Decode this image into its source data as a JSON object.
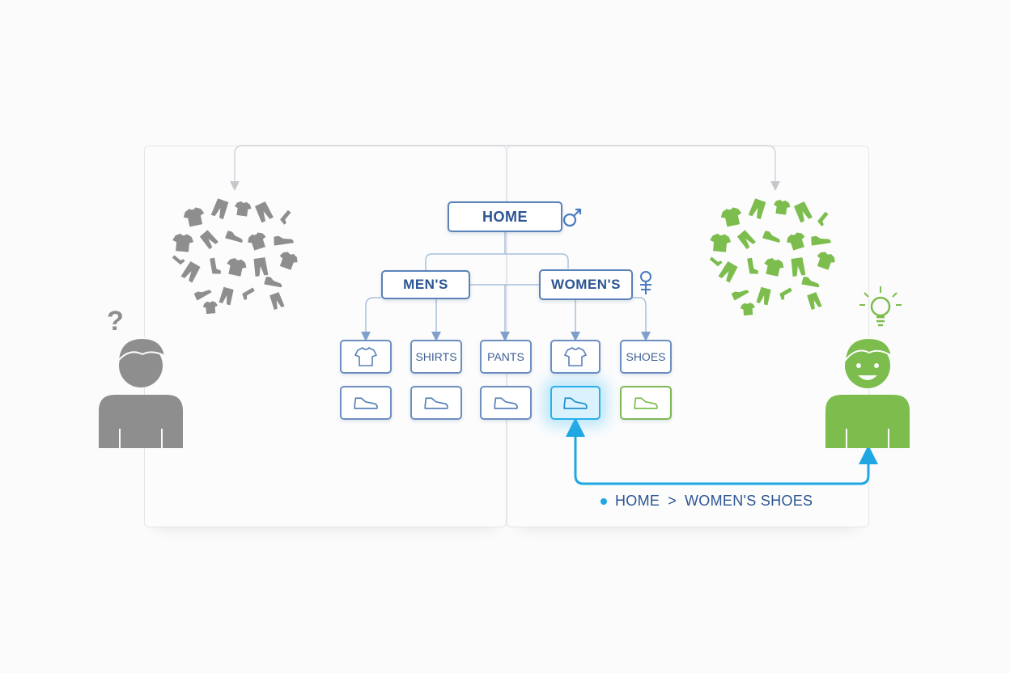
{
  "tree": {
    "root": "HOME",
    "branches": [
      "MEN'S",
      "WOMEN'S"
    ],
    "categories": [
      "SHIRTS",
      "PANTS",
      "SHOES"
    ]
  },
  "breadcrumb": {
    "items": [
      "HOME",
      "WOMEN'S SHOES"
    ],
    "separator": ">"
  },
  "icons": {
    "confused_person": "person-question-icon",
    "happy_person": "person-lightbulb-icon",
    "male_symbol": "male-symbol-icon",
    "female_symbol": "female-symbol-icon",
    "shirt": "tshirt-icon",
    "shoe": "sneaker-icon"
  },
  "colors": {
    "confused": "#8e8e8e",
    "found": "#7cbd4e",
    "tree": "#5a82b8",
    "highlight": "#1ea7e2"
  }
}
